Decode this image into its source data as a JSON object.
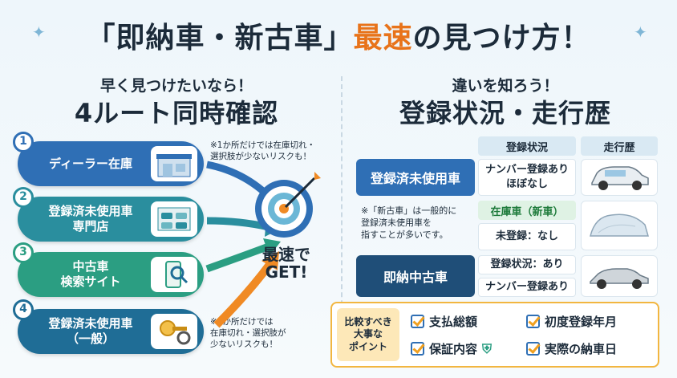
{
  "title": {
    "part1": "「即納車・新古車」",
    "accent": "最速",
    "part2": "の見つけ方！"
  },
  "left": {
    "subtitle": "早く見つけたいなら！",
    "heading": "4ルート同時確認",
    "routes": [
      {
        "num": "1",
        "line1": "ディーラー在庫",
        "line2": ""
      },
      {
        "num": "2",
        "line1": "登録済未使用車",
        "line2": "専門店"
      },
      {
        "num": "3",
        "line1": "中古車",
        "line2": "検索サイト"
      },
      {
        "num": "4",
        "line1": "登録済未使用車",
        "line2": "（一般）"
      }
    ],
    "note_top": [
      "※1か所だけでは在庫切れ・",
      "選択肢が少ないリスクも！"
    ],
    "note_bottom": [
      "※1か所だけでは",
      "在庫切れ・選択肢が",
      "少ないリスクも！"
    ],
    "target_text": [
      "最速で",
      "GET!"
    ]
  },
  "right": {
    "subtitle": "違いを知ろう！",
    "heading": "登録状況・走行歴",
    "col_headers": [
      "登録状況",
      "走行歴"
    ],
    "row1": {
      "label": "登録済未使用車",
      "status": [
        "ナンバー登録あり",
        "ほぼなし"
      ]
    },
    "note": [
      "※「新古車」は一般的に",
      "登録済未使用車を",
      "指すことが多いです。"
    ],
    "row2": {
      "label": "在庫車（新車）",
      "status": "未登録：なし"
    },
    "row3": {
      "label": "即納中古車",
      "status1": "登録状況：あり",
      "status2": "ナンバー登録あり"
    }
  },
  "points": {
    "label": [
      "比較すべき",
      "大事な",
      "ポイント"
    ],
    "items": [
      "支払総額",
      "初度登録年月",
      "保証内容",
      "実際の納車日"
    ]
  },
  "colors": {
    "accent": "#e8731a",
    "blue": "#2f6fb5",
    "teal": "#2a8e9e",
    "green": "#2b9e82",
    "navy": "#1f4e78"
  }
}
